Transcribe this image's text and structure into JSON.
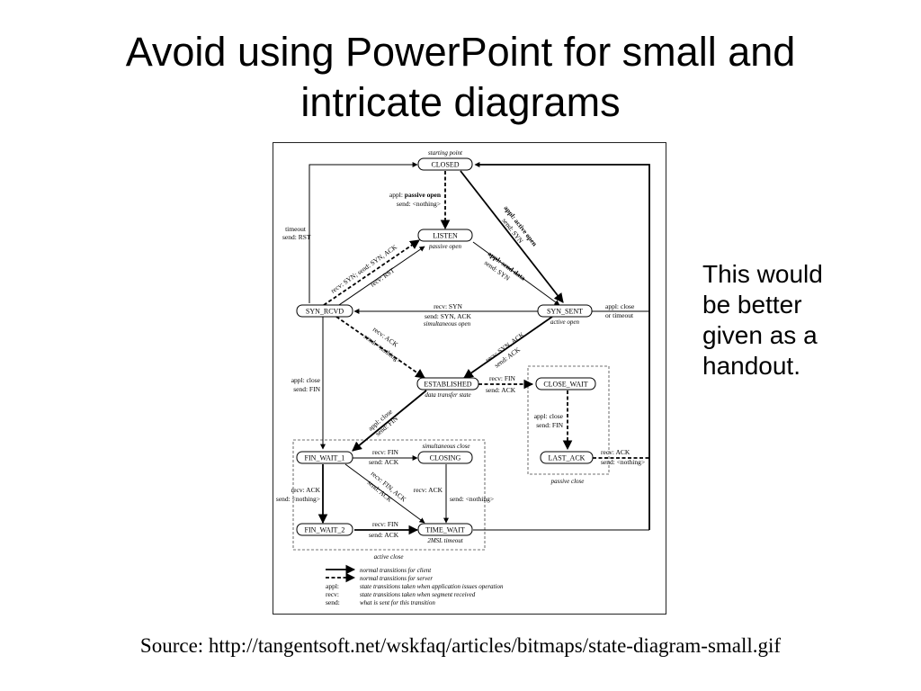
{
  "slide": {
    "title_line1": "Avoid using PowerPoint for small and",
    "title_line2": "intricate diagrams",
    "note_line1": "This would",
    "note_line2": "be better",
    "note_line3": "given as a",
    "note_line4": "handout.",
    "source": "Source: http://tangentsoft.net/wskfaq/articles/bitmaps/state-diagram-small.gif"
  },
  "diagram": {
    "states": {
      "closed": "CLOSED",
      "listen": "LISTEN",
      "syn_rcvd": "SYN_RCVD",
      "syn_sent": "SYN_SENT",
      "established": "ESTABLISHED",
      "close_wait": "CLOSE_WAIT",
      "last_ack": "LAST_ACK",
      "fin_wait_1": "FIN_WAIT_1",
      "closing": "CLOSING",
      "fin_wait_2": "FIN_WAIT_2",
      "time_wait": "TIME_WAIT"
    },
    "captions": {
      "starting_point": "starting point",
      "passive_open": "passive open",
      "active_open": "active open",
      "simultaneous_open": "simultaneous open",
      "data_transfer_state": "data transfer state",
      "simultaneous_close": "simultaneous close",
      "passive_close": "passive close",
      "active_close": "active close",
      "two_msl_timeout": "2MSL timeout"
    },
    "labels": {
      "appl_passive_open_a": "appl: ",
      "appl_passive_open_b": "passive open",
      "send_nothing_1": "send: <nothing>",
      "timeout": "timeout",
      "send_rst": "send: RST",
      "appl_active_open": "appl: active open",
      "send_syn_1": "send: SYN",
      "recv_syn_send_synack": "recv: SYN; send: SYN, ACK",
      "recv_rst": "recv: RST",
      "appl_send_data": "appl: send data",
      "send_syn_2": "send: SYN",
      "recv_syn": "recv: SYN",
      "send_syn_ack": "send: SYN, ACK",
      "appl_close_a": "appl: close",
      "or_timeout": "or timeout",
      "recv_ack_1": "recv: ACK",
      "send_nothing_2": "send: <nothing>",
      "recv_synack": "recv: SYN, ACK",
      "send_ack_1": "send: ACK",
      "appl_close_b": "appl: close",
      "send_fin_1": "send: FIN",
      "recv_fin_1": "recv: FIN",
      "send_ack_2": "send: ACK",
      "appl_close_c": "appl: close",
      "send_fin_2": "send: FIN",
      "appl_close_d": "appl: close",
      "send_fin_3": "send: FIN",
      "recv_fin_2": "recv: FIN",
      "send_ack_3": "send: ACK",
      "recv_ack_2": "recv: ACK",
      "send_nothing_3": "send: <nothing>",
      "recv_finack": "recv: FIN, ACK",
      "send_ack_4": "send: ACK",
      "recv_ack_3": "recv: ACK",
      "send_nothing_4": "send: <nothing>",
      "recv_ack_4": "recv: ACK",
      "send_nothing_5": "send: <nothing>",
      "recv_fin_3": "recv: FIN",
      "send_ack_5": "send: ACK"
    },
    "legend": {
      "client": "normal transitions for client",
      "server": "normal transitions for server",
      "appl_key": "appl:",
      "appl_desc": "state transitions taken when application issues operation",
      "recv_key": "recv:",
      "recv_desc": "state transitions taken when segment received",
      "send_key": "send:",
      "send_desc": "what is sent for this transition"
    }
  }
}
